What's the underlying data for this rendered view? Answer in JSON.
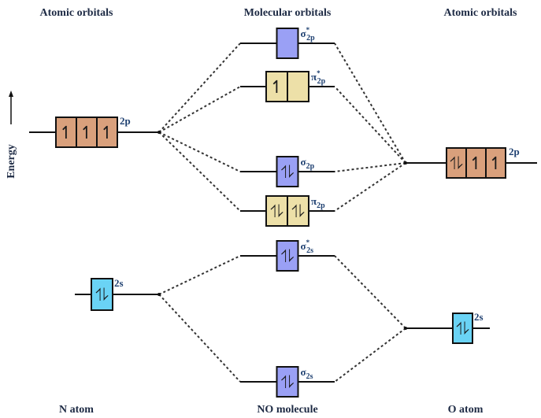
{
  "headers": {
    "left": "Atomic orbitals",
    "center": "Molecular orbitals",
    "right": "Atomic orbitals"
  },
  "axis": {
    "label": "Energy",
    "direction": "up"
  },
  "footers": {
    "left": "N atom",
    "center": "NO molecule",
    "right": "O atom"
  },
  "colors": {
    "p_atomic": "#d9a07c",
    "s_atomic": "#6ad3f5",
    "sigma_mo": "#9aa0f5",
    "pi_mo": "#ede0a8",
    "line": "#111111"
  },
  "atoms": {
    "N": {
      "2p": {
        "label": "2p",
        "electrons": [
          "up",
          "up",
          "up"
        ]
      },
      "2s": {
        "label": "2s",
        "electrons": [
          "pair"
        ]
      }
    },
    "O": {
      "2p": {
        "label": "2p",
        "electrons": [
          "pair",
          "up",
          "up"
        ]
      },
      "2s": {
        "label": "2s",
        "electrons": [
          "pair"
        ]
      }
    }
  },
  "molecular_orbitals": [
    {
      "id": "sigma_star_2p",
      "symbol": "σ",
      "sub": "2p",
      "star": true,
      "type": "sigma",
      "electrons": [
        "empty"
      ]
    },
    {
      "id": "pi_star_2p",
      "symbol": "π",
      "sub": "2p",
      "star": true,
      "type": "pi",
      "electrons": [
        "up",
        "empty"
      ]
    },
    {
      "id": "sigma_2p",
      "symbol": "σ",
      "sub": "2p",
      "star": false,
      "type": "sigma",
      "electrons": [
        "pair"
      ]
    },
    {
      "id": "pi_2p",
      "symbol": "π",
      "sub": "2p",
      "star": false,
      "type": "pi",
      "electrons": [
        "pair",
        "pair"
      ]
    },
    {
      "id": "sigma_star_2s",
      "symbol": "σ",
      "sub": "2s",
      "star": true,
      "type": "sigma",
      "electrons": [
        "pair"
      ]
    },
    {
      "id": "sigma_2s",
      "symbol": "σ",
      "sub": "2s",
      "star": false,
      "type": "sigma",
      "electrons": [
        "pair"
      ]
    }
  ],
  "glyphs": {
    "up": "↿",
    "pair": "⥮",
    "empty": ""
  }
}
